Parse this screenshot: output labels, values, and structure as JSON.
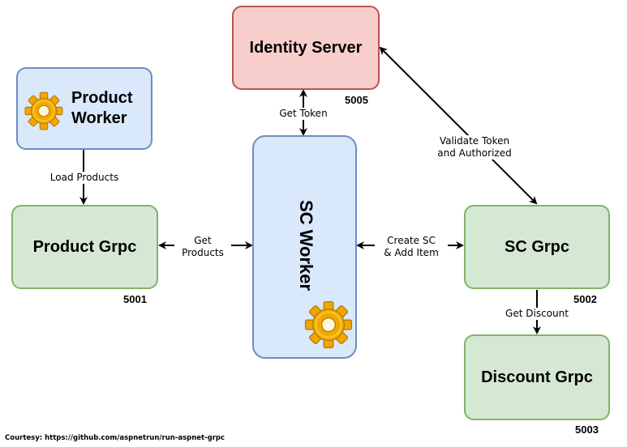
{
  "nodes": {
    "identity_server": {
      "title": "Identity Server",
      "port": "5005"
    },
    "product_worker": {
      "title": "Product Worker",
      "line1": "Product",
      "line2": "Worker"
    },
    "product_grpc": {
      "title": "Product Grpc",
      "port": "5001"
    },
    "sc_worker": {
      "title": "SC Worker"
    },
    "sc_grpc": {
      "title": "SC Grpc",
      "port": "5002"
    },
    "discount_grpc": {
      "title": "Discount Grpc",
      "port": "5003"
    }
  },
  "edges": {
    "load_products": {
      "label": "Load Products"
    },
    "get_products": {
      "label": "Get Products",
      "line1": "Get",
      "line2": "Products"
    },
    "get_token": {
      "label": "Get Token"
    },
    "create_sc": {
      "label": "Create SC & Add Item",
      "line1": "Create SC",
      "line2": "& Add Item"
    },
    "validate_token": {
      "label": "Validate Token and Authorized",
      "line1": "Validate Token",
      "line2": "and Authorized"
    },
    "get_discount": {
      "label": "Get Discount"
    }
  },
  "credit": "Courtesy: https://github.com/aspnetrun/run-aspnet-grpc",
  "icons": [
    "gear-icon",
    "gear-icon"
  ],
  "colors": {
    "blue_fill": "#dae8fc",
    "blue_stroke": "#6c8ebf",
    "green_fill": "#d5e8d4",
    "green_stroke": "#82b366",
    "red_fill": "#f8cecc",
    "red_stroke": "#b85450",
    "gear": "#f0a800"
  }
}
